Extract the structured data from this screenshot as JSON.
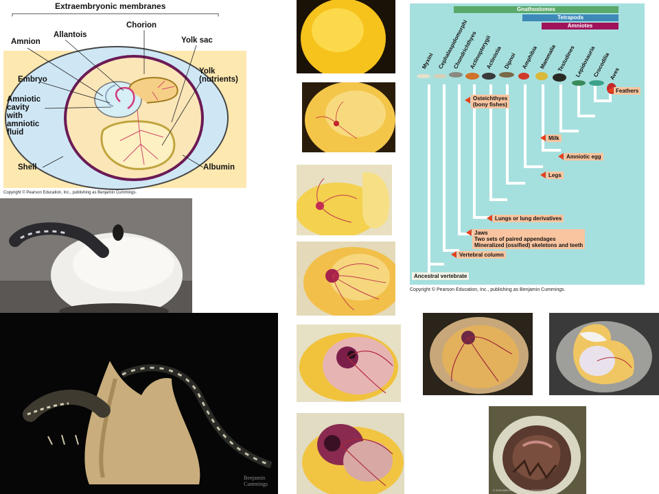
{
  "membranes": {
    "title": "Extraembryonic membranes",
    "labels": {
      "amnion": "Amnion",
      "allantois": "Allantois",
      "chorion": "Chorion",
      "yolk_sac": "Yolk sac",
      "embryo": "Embryo",
      "yolk_line1": "Yolk",
      "yolk_line2": "(nutrients)",
      "amniotic_line1": "Amniotic",
      "amniotic_line2": "cavity",
      "amniotic_line3": "with",
      "amniotic_line4": "amniotic",
      "amniotic_line5": "fluid",
      "shell": "Shell",
      "albumin": "Albumin"
    },
    "copyright": "Copyright © Pearson Education, Inc., publishing as Benjamin Cummings."
  },
  "cladogram": {
    "groups": {
      "gnathostomes": "Gnathostomes",
      "tetrapods": "Tetrapods",
      "amniotes": "Amniotes"
    },
    "taxa": [
      "Myxini",
      "Cephalaspidomorphi",
      "Chondrichthyes",
      "Actinopterygii",
      "Actinistia",
      "Dipnoi",
      "Amphibia",
      "Mammalia",
      "Testudines",
      "Lepidosauria",
      "Crocodilia",
      "Aves"
    ],
    "traits": {
      "osteichthyes_line1": "Osteichthyes",
      "osteichthyes_line2": "(bony fishes)",
      "feathers": "Feathers",
      "milk": "Milk",
      "amniotic_egg": "Amniotic egg",
      "legs": "Legs",
      "lungs": "Lungs or lung derivatives",
      "jaws_line1": "Jaws",
      "jaws_line2": "Two sets of paired appendages",
      "jaws_line3": "Mineralized (ossified) skeletons and teeth",
      "vertebral": "Vertebral column",
      "ancestral": "Ancestral vertebrate"
    },
    "copyright": "Copyright © Pearson Education, Inc., publishing as Benjamin Cummings."
  },
  "photos": {
    "lizard_credit_line1": "Benjamin",
    "lizard_credit_line2": "Cummings",
    "chick_credit": "© 2003 AND HANS JUERGEN KOCH/GETTY IMAGES"
  },
  "colors": {
    "gnathostomes": "#5aa86a",
    "tetrapods": "#3d8ab8",
    "amniotes": "#a0125c",
    "cladogram_bg": "#a6e0de",
    "diagram_bg": "#fde8b0",
    "trait_bg": "#f9c5a0",
    "trait_arrow": "#e8401c"
  }
}
